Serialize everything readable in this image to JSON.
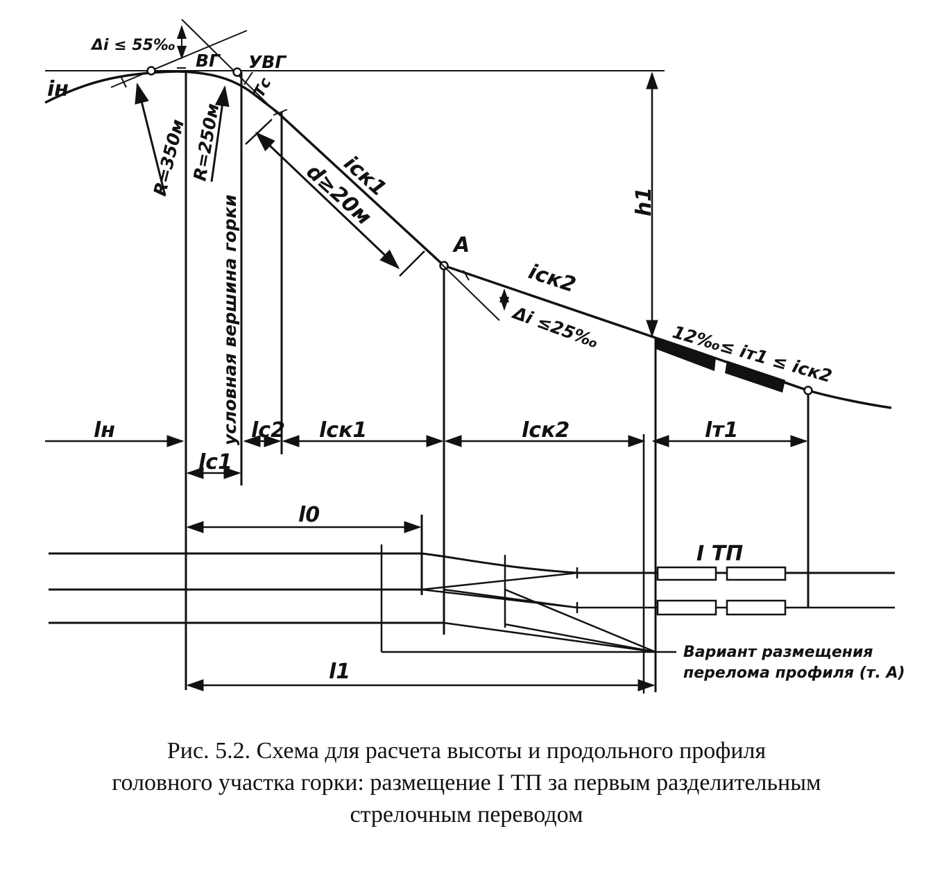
{
  "labels": {
    "delta_i_top": "Δi ≤ 55‰",
    "vg": "ВГ",
    "uvg": "УВГ",
    "i_n": "iн",
    "tc": "Тс",
    "r350": "R=350м",
    "r250": "R=250м",
    "i_sk1": "iск1",
    "d20": "d≥20м",
    "point_a": "А",
    "i_sk2": "iск2",
    "delta_i_a": "Δi ≤25‰",
    "h1": "h1",
    "i_t1_range": "12‰≤ iт1 ≤ iск2",
    "vertical_label": "условная вершина горки",
    "l_n": "lн",
    "l_c2": "lс2",
    "l_sk1": "lск1",
    "l_sk2": "lск2",
    "l_t1": "lт1",
    "l_c1": "lс1",
    "l_0": "l0",
    "l_1": "l1",
    "itp": "I ТП",
    "variant_line1": "Вариант размещения",
    "variant_line2": "перелома профиля (т. А)"
  },
  "caption": {
    "line1": "Рис. 5.2. Схема для расчета высоты и продольного профиля",
    "line2": "головного участка горки: размещение I ТП за первым разделительным",
    "line3": "стрелочным переводом"
  },
  "colors": {
    "ink": "#111111",
    "background": "#ffffff"
  }
}
